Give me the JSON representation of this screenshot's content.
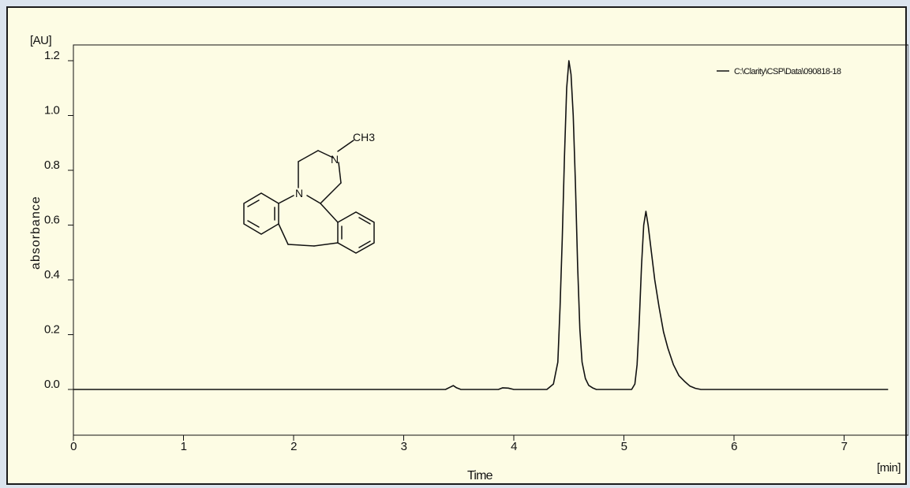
{
  "chart_data": {
    "type": "line",
    "title": "",
    "xlabel": "Time",
    "ylabel": "absorbance",
    "x_unit_label": "[min]",
    "y_unit_label": "[AU]",
    "xlim": [
      0,
      7.5
    ],
    "ylim": [
      -0.12,
      1.25
    ],
    "x_ticks": [
      0,
      1,
      2,
      3,
      4,
      5,
      6,
      7
    ],
    "x_tick_labels": [
      "0",
      "1",
      "2",
      "3",
      "4",
      "5",
      "6",
      "7"
    ],
    "y_ticks": [
      0.0,
      0.2,
      0.4,
      0.6,
      0.8,
      1.0,
      1.2
    ],
    "y_tick_labels": [
      "0.0",
      "0.2",
      "0.4",
      "0.6",
      "0.8",
      "1.0",
      "1.2"
    ],
    "grid": false,
    "legend_position": "top-right",
    "series": [
      {
        "name": "C:\\Clarity\\CSP\\Data\\090818-18",
        "color": "#111111",
        "x": [
          0,
          3.38,
          3.42,
          3.45,
          3.48,
          3.52,
          3.86,
          3.9,
          3.95,
          4.0,
          4.3,
          4.36,
          4.4,
          4.42,
          4.44,
          4.46,
          4.48,
          4.5,
          4.52,
          4.54,
          4.56,
          4.58,
          4.6,
          4.62,
          4.65,
          4.68,
          4.72,
          4.75,
          4.8,
          5.07,
          5.1,
          5.12,
          5.14,
          5.16,
          5.18,
          5.2,
          5.22,
          5.25,
          5.28,
          5.32,
          5.36,
          5.4,
          5.45,
          5.5,
          5.55,
          5.6,
          5.65,
          5.7,
          7.4
        ],
        "y": [
          0,
          0,
          0.008,
          0.014,
          0.006,
          0,
          0,
          0.006,
          0.005,
          0,
          0,
          0.02,
          0.1,
          0.3,
          0.55,
          0.85,
          1.1,
          1.2,
          1.15,
          1.0,
          0.75,
          0.45,
          0.22,
          0.1,
          0.04,
          0.015,
          0.005,
          0,
          0,
          0,
          0.02,
          0.09,
          0.25,
          0.45,
          0.6,
          0.65,
          0.6,
          0.5,
          0.4,
          0.3,
          0.21,
          0.15,
          0.09,
          0.05,
          0.03,
          0.012,
          0.004,
          0,
          0
        ]
      }
    ]
  },
  "structure": {
    "label": "CH3"
  }
}
